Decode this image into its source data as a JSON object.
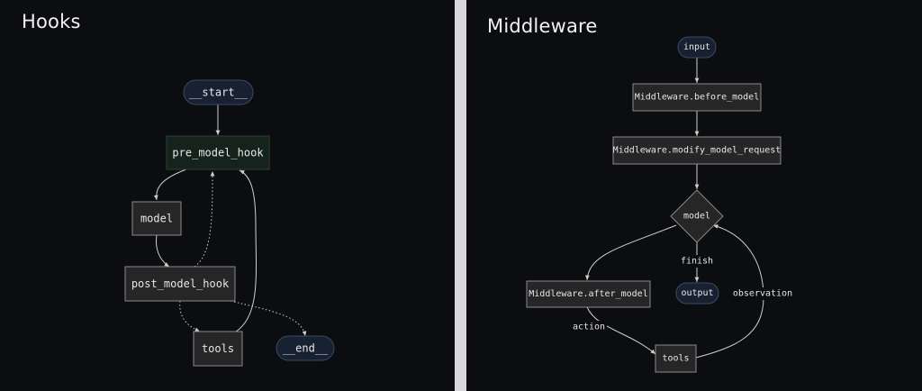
{
  "hooks": {
    "title": "Hooks",
    "nodes": {
      "start": "__start__",
      "pre_model_hook": "pre_model_hook",
      "model": "model",
      "post_model_hook": "post_model_hook",
      "tools": "tools",
      "end": "__end__"
    }
  },
  "middleware": {
    "title": "Middleware",
    "nodes": {
      "input": "input",
      "before_model": "Middleware.before_model",
      "modify_model_request": "Middleware.modify_model_request",
      "model": "model",
      "after_model": "Middleware.after_model",
      "output": "output",
      "tools": "tools"
    },
    "edge_labels": {
      "finish": "finish",
      "action": "action",
      "observation": "observation"
    }
  },
  "colors": {
    "panel_background": "#0c0d10",
    "divider": "#d9d9d9",
    "node_fill": "#262626",
    "terminal_node_fill": "#172132",
    "pre_model_hook_fill": "#16231d",
    "edge": "#cfcfcf"
  }
}
